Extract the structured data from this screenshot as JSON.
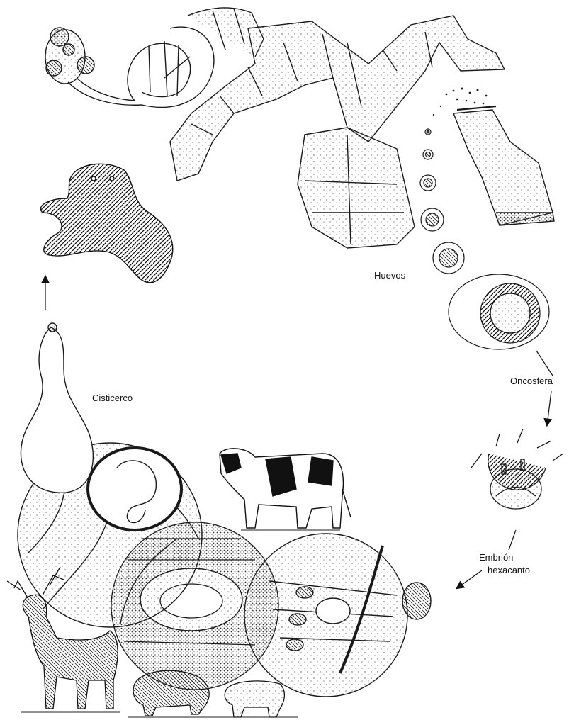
{
  "labels": {
    "huevos": "Huevos",
    "oncosfera": "Oncosfera",
    "cisticerco": "Cisticerco",
    "embrion": "Embrión",
    "hexacanto": "hexacanto"
  },
  "stages": [
    "adult-tapeworm",
    "eggs",
    "oncosphere",
    "hexacanth-embryo",
    "cysticercus",
    "definitive-host-dog"
  ],
  "hosts": [
    "dog",
    "cow",
    "deer",
    "pig",
    "sheep"
  ],
  "colors": {
    "ink": "#1a1a1a",
    "paper": "#ffffff",
    "stipple": "#555555"
  }
}
